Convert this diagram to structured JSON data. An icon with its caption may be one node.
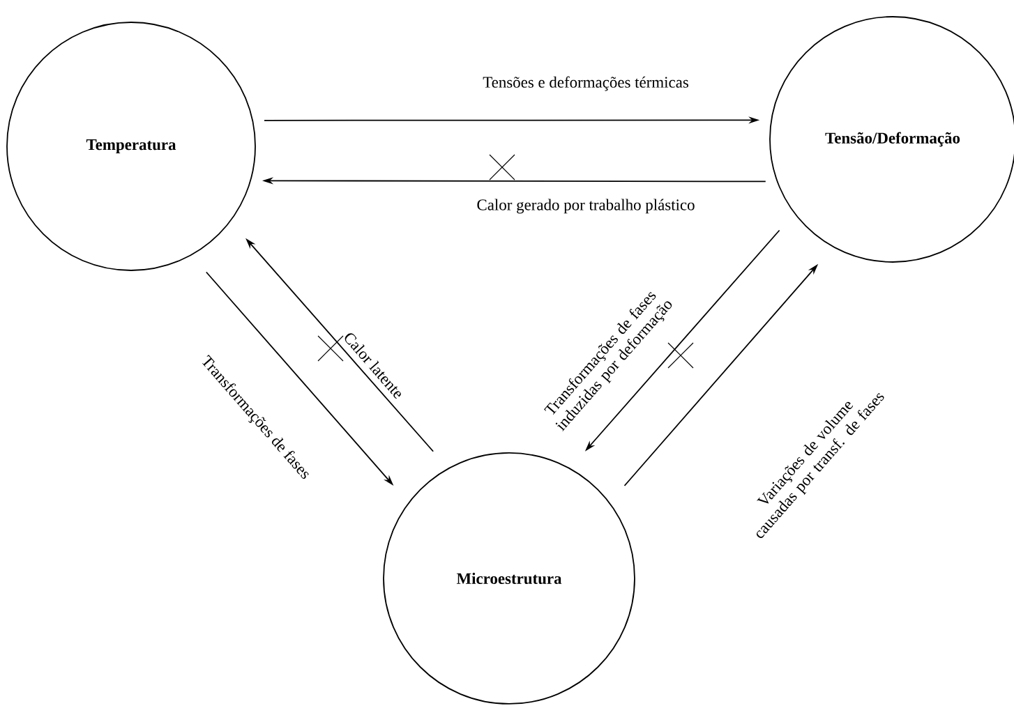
{
  "diagram": {
    "nodes": [
      {
        "text": [
          "Temperatura"
        ]
      },
      {
        "text": [
          "Tensão/Deformação"
        ]
      },
      {
        "text": [
          "Microestrutura"
        ]
      }
    ],
    "edges": [
      {
        "from": 0,
        "to": 1,
        "arrow": "to",
        "label": "Tensões e deformações térmicas"
      },
      {
        "from": 1,
        "to": 0,
        "arrow": "to",
        "label": "Calor gerado por trabalho plástico"
      },
      {
        "from": 2,
        "to": 0,
        "arrow": "to",
        "label": "Calor latente"
      },
      {
        "from": 0,
        "to": 2,
        "arrow": "to",
        "label": "Transformações de fases"
      },
      {
        "from": 1,
        "to": 2,
        "arrow": "to",
        "label": "Transformações de fases induzidas por deformação"
      },
      {
        "from": 2,
        "to": 1,
        "arrow": "to",
        "label": "Variações de volume causadas por transf. de fases"
      }
    ]
  }
}
